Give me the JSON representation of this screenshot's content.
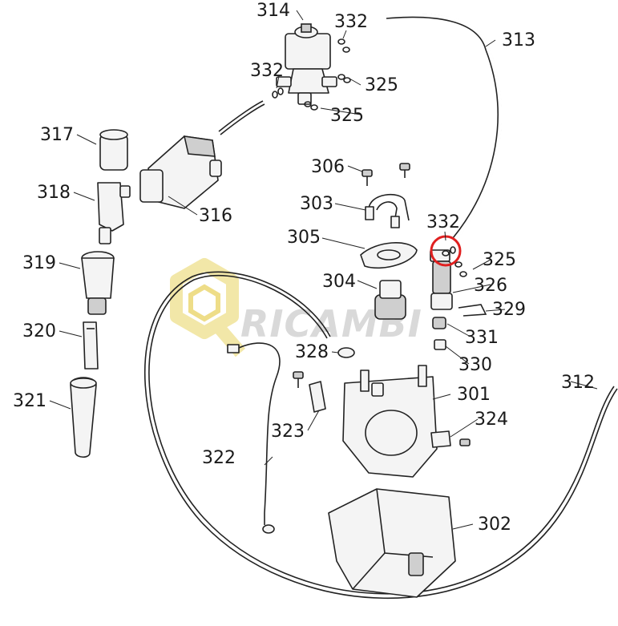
{
  "watermark": {
    "text": "RICAMBI",
    "color_text": "#d9d9d9",
    "color_logo": "#f2e7a8"
  },
  "highlight": {
    "part": "332",
    "color": "#e02020"
  },
  "labels": {
    "p301": "301",
    "p302": "302",
    "p303": "303",
    "p304": "304",
    "p305": "305",
    "p306": "306",
    "p312": "312",
    "p313": "313",
    "p314": "314",
    "p316": "316",
    "p317": "317",
    "p318": "318",
    "p319": "319",
    "p320": "320",
    "p321": "321",
    "p322": "322",
    "p323": "323",
    "p324": "324",
    "p325a": "325",
    "p325b": "325",
    "p325c": "325",
    "p326": "326",
    "p328": "328",
    "p329": "329",
    "p330": "330",
    "p331": "331",
    "p332a": "332",
    "p332b": "332",
    "p332c": "332"
  }
}
